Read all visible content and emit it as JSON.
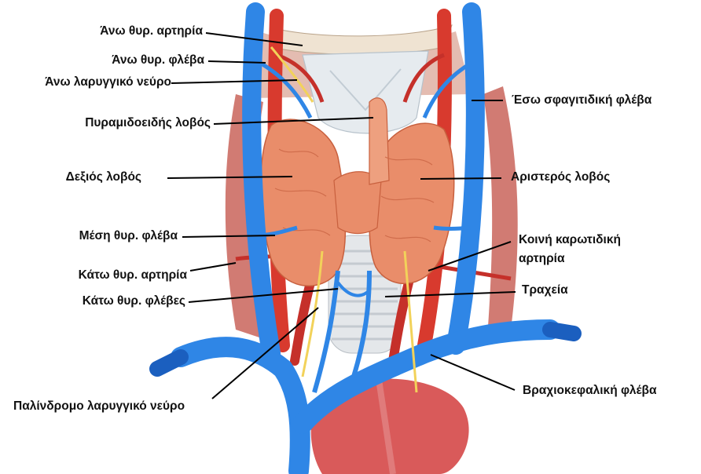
{
  "colors": {
    "vein": "#2f86e6",
    "vein_dark": "#1b5fbf",
    "artery": "#d83a2e",
    "artery_dark": "#9c1f1a",
    "thyroid": "#e98d6a",
    "thyroid_dark": "#c8603e",
    "cartilage": "#e6ebef",
    "nerve": "#f2d25a",
    "muscle": "#c9645a",
    "leader_line": "#000000"
  },
  "labels": {
    "superior_thyroid_artery": "Άνω θυρ. αρτηρία",
    "superior_thyroid_vein": "Άνω θυρ. φλέβα",
    "superior_laryngeal_nerve": "Άνω λαρυγγικό νεύρο",
    "pyramidal_lobe": "Πυραμιδοειδής λοβός",
    "right_lobe": "Δεξιός λοβός",
    "middle_thyroid_vein": "Μέση θυρ. φλέβα",
    "inferior_thyroid_artery": "Κάτω θυρ. αρτηρία",
    "inferior_thyroid_veins": "Κάτω θυρ. φλέβες",
    "recurrent_laryngeal_nerve": "Παλίνδρομο λαρυγγικό νεύρο",
    "internal_jugular_vein": "Έσω σφαγιτιδική φλέβα",
    "left_lobe": "Αριστερός λοβός",
    "common_carotid_artery_line1": "Κοινή καρωτιδική",
    "common_carotid_artery_line2": "αρτηρία",
    "trachea": "Τραχεία",
    "brachiocephalic_vein": "Βραχιοκεφαλική φλέβα"
  }
}
